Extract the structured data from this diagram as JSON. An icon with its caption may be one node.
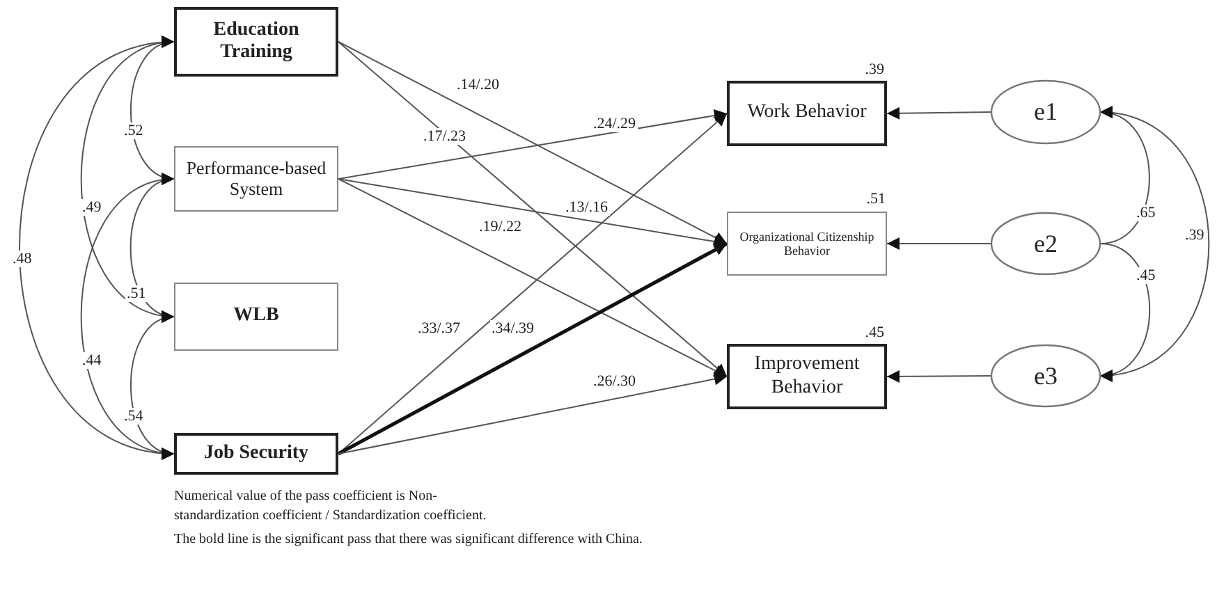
{
  "diagram": {
    "nodes": [
      {
        "text": [
          "Education Training"
        ]
      },
      {
        "text": [
          "Performance-based System"
        ]
      },
      {
        "text": [
          "WLB"
        ]
      },
      {
        "text": [
          "Job Security"
        ]
      },
      {
        "text": [
          "Work Behavior"
        ],
        "beside": [
          ".39"
        ]
      },
      {
        "text": [
          "Organizational Citizenship Behavior"
        ],
        "beside": [
          ".51"
        ]
      },
      {
        "text": [
          "Improvement Behavior"
        ],
        "beside": [
          ".45"
        ]
      },
      {
        "text": [
          "e1"
        ]
      },
      {
        "text": [
          "e2"
        ]
      },
      {
        "text": [
          "e3"
        ]
      }
    ],
    "edges": [
      {
        "from": 0,
        "to": 5,
        "arrow": "to",
        "label": ".14/.20"
      },
      {
        "from": 0,
        "to": 6,
        "arrow": "to",
        "label": ".17/.23"
      },
      {
        "from": 1,
        "to": 4,
        "arrow": "to",
        "label": ".24/.29"
      },
      {
        "from": 1,
        "to": 5,
        "arrow": "to",
        "label": ".13/.16"
      },
      {
        "from": 1,
        "to": 6,
        "arrow": "to",
        "label": ".19/.22"
      },
      {
        "from": 3,
        "to": 4,
        "arrow": "to",
        "label": ".33/.37"
      },
      {
        "from": 3,
        "to": 5,
        "arrow": "to",
        "label": ".34/.39",
        "style": "thick"
      },
      {
        "from": 3,
        "to": 6,
        "arrow": "to",
        "label": ".26/.30"
      },
      {
        "from": 7,
        "to": 4,
        "arrow": "to"
      },
      {
        "from": 8,
        "to": 5,
        "arrow": "to"
      },
      {
        "from": 9,
        "to": 6,
        "arrow": "to"
      },
      {
        "from": 1,
        "to": 0,
        "arrow": "both",
        "label": ".52"
      },
      {
        "from": 2,
        "to": 0,
        "arrow": "both",
        "label": ".49"
      },
      {
        "from": 3,
        "to": 0,
        "arrow": "both",
        "label": ".48"
      },
      {
        "from": 2,
        "to": 1,
        "arrow": "both",
        "label": ".51"
      },
      {
        "from": 3,
        "to": 1,
        "arrow": "both",
        "label": ".44"
      },
      {
        "from": 3,
        "to": 2,
        "arrow": "both",
        "label": ".54"
      },
      {
        "from": 8,
        "to": 7,
        "arrow": "to",
        "label": ".65"
      },
      {
        "from": 8,
        "to": 9,
        "arrow": "to",
        "label": ".45"
      },
      {
        "from": 9,
        "to": 7,
        "arrow": "both",
        "label": ".39"
      }
    ],
    "labels": [
      "Numerical value of the pass coefficient is Non-standardization coefficient / Standardization coefficient.",
      "The bold line is the significant pass that there was significant difference with China."
    ]
  }
}
